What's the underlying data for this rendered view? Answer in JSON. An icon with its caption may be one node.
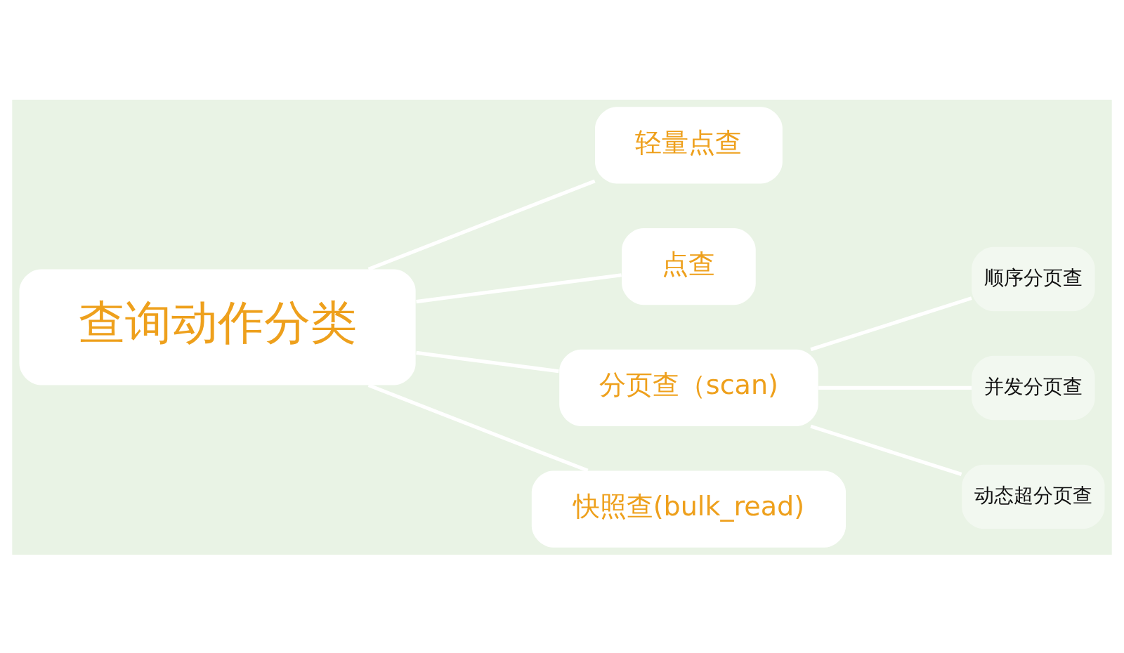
{
  "diagram": {
    "nodes": [
      {
        "text": [
          "查询动作分类"
        ]
      },
      {
        "text": [
          "轻量点查"
        ]
      },
      {
        "text": [
          "点查"
        ]
      },
      {
        "text": [
          "分页查（scan)"
        ]
      },
      {
        "text": [
          "顺序分页查"
        ]
      },
      {
        "text": [
          "并发分页查"
        ]
      },
      {
        "text": [
          "动态超分页查"
        ]
      },
      {
        "text": [
          "快照查(bulk_read)"
        ]
      }
    ],
    "edges": [
      {
        "from": 0,
        "to": 1,
        "arrow": "none"
      },
      {
        "from": 0,
        "to": 2,
        "arrow": "none"
      },
      {
        "from": 0,
        "to": 3,
        "arrow": "none"
      },
      {
        "from": 0,
        "to": 7,
        "arrow": "none"
      },
      {
        "from": 3,
        "to": 4,
        "arrow": "none"
      },
      {
        "from": 3,
        "to": 5,
        "arrow": "none"
      },
      {
        "from": 3,
        "to": 6,
        "arrow": "none"
      }
    ]
  }
}
